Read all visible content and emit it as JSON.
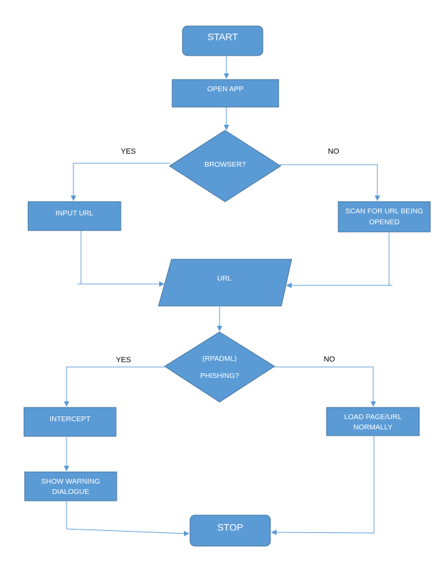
{
  "diagram": {
    "nodes": {
      "start": {
        "label": "START"
      },
      "open_app": {
        "label": "OPEN APP"
      },
      "browser_decision": {
        "label": "BROWSER?"
      },
      "input_url": {
        "label": "INPUT URL"
      },
      "scan_url": {
        "line1": "SCAN FOR URL BEING",
        "line2": "OPENED"
      },
      "url": {
        "label": "URL"
      },
      "phishing_decision": {
        "line1": "(RPADML)",
        "line2": "PHISHING?"
      },
      "intercept": {
        "label": "INTERCEPT"
      },
      "load_page": {
        "line1": "LOAD PAGE/URL",
        "line2": "NORMALLY"
      },
      "show_warning": {
        "line1": "SHOW WARNING",
        "line2": "DIALOGUE"
      },
      "stop": {
        "label": "STOP"
      }
    },
    "edge_labels": {
      "browser_yes": "YES",
      "browser_no": "NO",
      "phishing_yes": "YES",
      "phishing_no": "NO"
    },
    "colors": {
      "shape_fill": "#5b9bd5",
      "shape_stroke": "#41719c",
      "connector": "#5b9bd5",
      "node_text": "#ffffff",
      "label_text": "#000000"
    }
  }
}
